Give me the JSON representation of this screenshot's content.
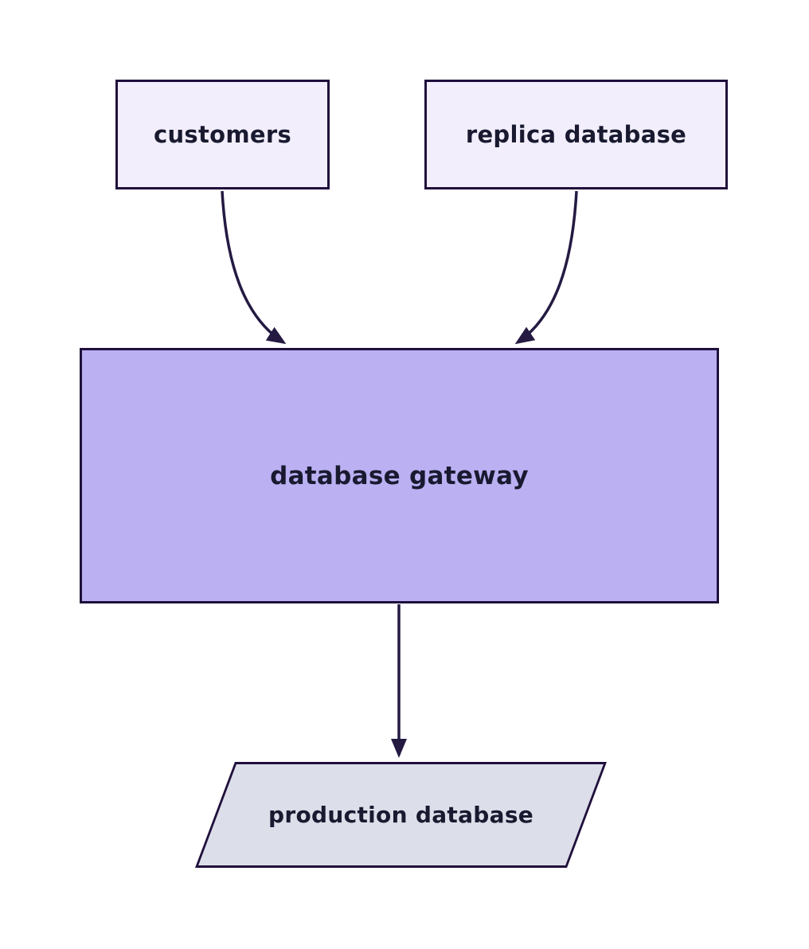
{
  "diagram": {
    "type": "flowchart",
    "direction": "top-down",
    "background": "#ffffff",
    "nodes": {
      "customers": {
        "label": "customers",
        "shape": "rectangle",
        "fill": "#f2eefc",
        "border": "#20103c",
        "text_color": "#191a30"
      },
      "replica_database": {
        "label": "replica database",
        "shape": "rectangle",
        "fill": "#f2eefc",
        "border": "#20103c",
        "text_color": "#191a30"
      },
      "database_gateway": {
        "label": "database gateway",
        "shape": "rectangle",
        "fill": "#bab0f2",
        "border": "#20103c",
        "text_color": "#191a30"
      },
      "production_database": {
        "label": "production database",
        "shape": "parallelogram",
        "fill": "#dcdee9",
        "border": "#20103c",
        "text_color": "#191a30"
      }
    },
    "edges": [
      {
        "from": "customers",
        "to": "database_gateway",
        "style": "curved-arrow",
        "color": "#241a42"
      },
      {
        "from": "replica_database",
        "to": "database_gateway",
        "style": "curved-arrow",
        "color": "#241a42"
      },
      {
        "from": "database_gateway",
        "to": "production_database",
        "style": "straight-arrow",
        "color": "#241a42"
      }
    ]
  }
}
